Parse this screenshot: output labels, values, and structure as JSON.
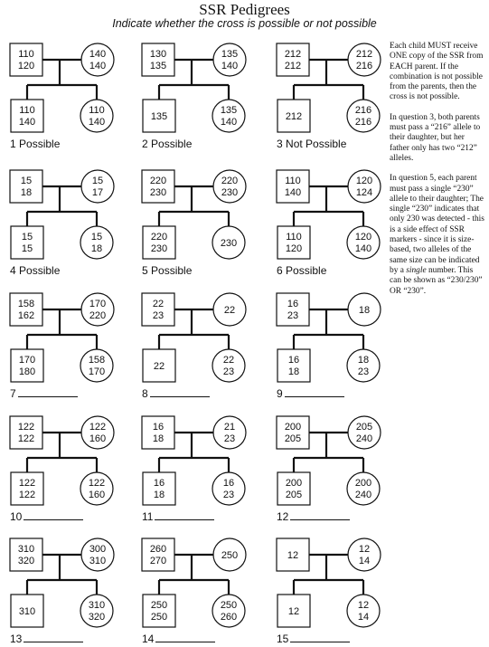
{
  "header": {
    "title": "SSR Pedigrees",
    "subtitle": "Indicate whether the cross is possible or not possible"
  },
  "pedigrees": [
    {
      "number": "1",
      "answer": "Possible",
      "father": [
        "110",
        "120"
      ],
      "mother": [
        "140",
        "140"
      ],
      "son": [
        "110",
        "140"
      ],
      "daughter": [
        "110",
        "140"
      ]
    },
    {
      "number": "2",
      "answer": "Possible",
      "father": [
        "130",
        "135"
      ],
      "mother": [
        "135",
        "140"
      ],
      "son": [
        "135"
      ],
      "daughter": [
        "135",
        "140"
      ]
    },
    {
      "number": "3",
      "answer": "Not Possible",
      "father": [
        "212",
        "212"
      ],
      "mother": [
        "212",
        "216"
      ],
      "son": [
        "212"
      ],
      "daughter": [
        "216",
        "216"
      ]
    },
    {
      "number": "4",
      "answer": "Possible",
      "father": [
        "15",
        "18"
      ],
      "mother": [
        "15",
        "17"
      ],
      "son": [
        "15",
        "15"
      ],
      "daughter": [
        "15",
        "18"
      ]
    },
    {
      "number": "5",
      "answer": "Possible",
      "father": [
        "220",
        "230"
      ],
      "mother": [
        "220",
        "230"
      ],
      "son": [
        "220",
        "230"
      ],
      "daughter": [
        "230"
      ]
    },
    {
      "number": "6",
      "answer": "Possible",
      "father": [
        "110",
        "140"
      ],
      "mother": [
        "120",
        "124"
      ],
      "son": [
        "110",
        "120"
      ],
      "daughter": [
        "120",
        "140"
      ]
    },
    {
      "number": "7",
      "answer": "",
      "father": [
        "158",
        "162"
      ],
      "mother": [
        "170",
        "220"
      ],
      "son": [
        "170",
        "180"
      ],
      "daughter": [
        "158",
        "170"
      ]
    },
    {
      "number": "8",
      "answer": "",
      "father": [
        "22",
        "23"
      ],
      "mother": [
        "22"
      ],
      "son": [
        "22"
      ],
      "daughter": [
        "22",
        "23"
      ]
    },
    {
      "number": "9",
      "answer": "",
      "father": [
        "16",
        "23"
      ],
      "mother": [
        "18"
      ],
      "son": [
        "16",
        "18"
      ],
      "daughter": [
        "18",
        "23"
      ]
    },
    {
      "number": "10",
      "answer": "",
      "father": [
        "122",
        "122"
      ],
      "mother": [
        "122",
        "160"
      ],
      "son": [
        "122",
        "122"
      ],
      "daughter": [
        "122",
        "160"
      ]
    },
    {
      "number": "11",
      "answer": "",
      "father": [
        "16",
        "18"
      ],
      "mother": [
        "21",
        "23"
      ],
      "son": [
        "16",
        "18"
      ],
      "daughter": [
        "16",
        "23"
      ]
    },
    {
      "number": "12",
      "answer": "",
      "father": [
        "200",
        "205"
      ],
      "mother": [
        "205",
        "240"
      ],
      "son": [
        "200",
        "205"
      ],
      "daughter": [
        "200",
        "240"
      ]
    },
    {
      "number": "13",
      "answer": "",
      "father": [
        "310",
        "320"
      ],
      "mother": [
        "300",
        "310"
      ],
      "son": [
        "310"
      ],
      "daughter": [
        "310",
        "320"
      ]
    },
    {
      "number": "14",
      "answer": "",
      "father": [
        "260",
        "270"
      ],
      "mother": [
        "250"
      ],
      "son": [
        "250",
        "250"
      ],
      "daughter": [
        "250",
        "260"
      ]
    },
    {
      "number": "15",
      "answer": "",
      "father": [
        "12"
      ],
      "mother": [
        "12",
        "14"
      ],
      "son": [
        "12"
      ],
      "daughter": [
        "12",
        "14"
      ]
    }
  ],
  "notes": {
    "p1": "Each child MUST receive ONE copy of the SSR from EACH parent. If the combination is not possible from the parents, then the cross is not possible.",
    "p2": "In question 3, both parents must pass a “216” allele to their daughter, but her father only has two “212” alleles.",
    "p3a": "In question 5, each parent must pass a single “230” allele to their daughter; The single “230” indicates that only 230 was detected - this is a side effect of SSR markers - since it is size-based, two alleles of the same size can be indicated by a ",
    "p3_italic": "single",
    "p3b": " number. This can be shown as “230/230” OR “230”."
  }
}
